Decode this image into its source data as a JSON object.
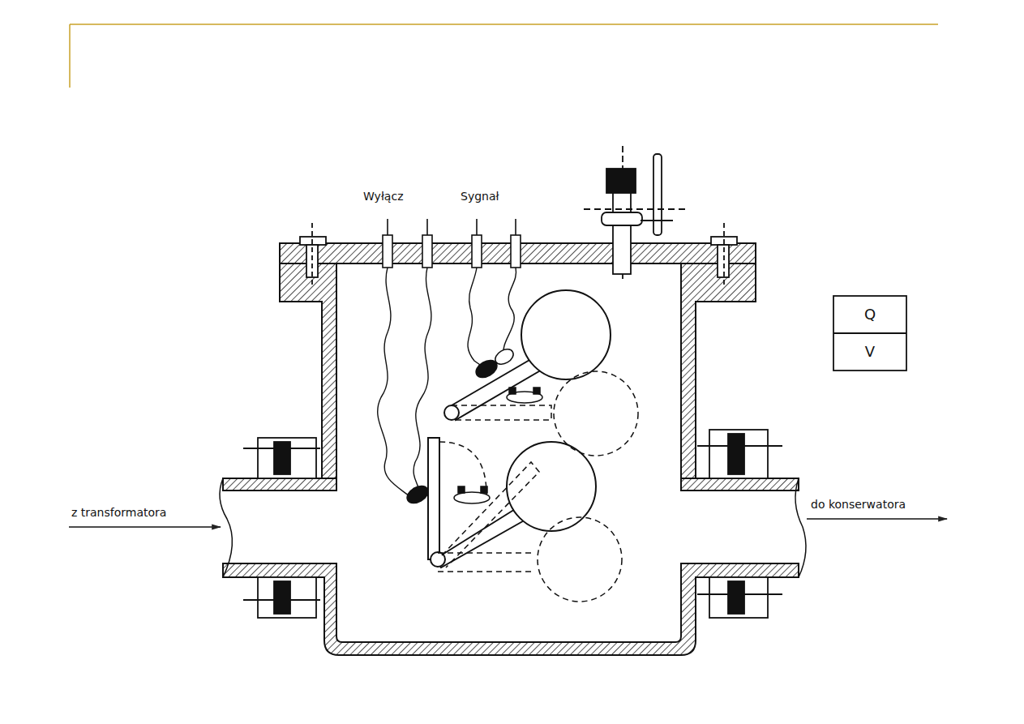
{
  "diagram": {
    "labels": [
      "Wyłącz",
      "Sygnał",
      "z transformatora",
      "do konserwatora",
      "Q",
      "V"
    ]
  }
}
